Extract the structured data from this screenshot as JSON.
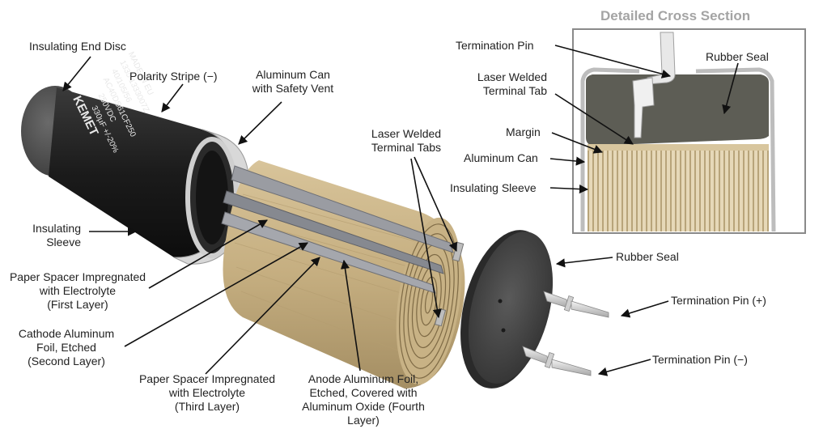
{
  "cross_section": {
    "title": "Detailed Cross Section",
    "labels": {
      "termination_pin": "Termination Pin",
      "rubber_seal": "Rubber Seal",
      "laser_welded_tab": [
        "Laser Welded",
        "Terminal Tab"
      ],
      "margin": "Margin",
      "aluminum_can": "Aluminum Can",
      "insulating_sleeve": "Insulating Sleeve"
    }
  },
  "labels": {
    "insulating_end_disc": "Insulating End Disc",
    "polarity_stripe": "Polarity Stripe (−)",
    "aluminum_can_vent": [
      "Aluminum Can",
      "with Safety Vent"
    ],
    "laser_welded_tabs": [
      "Laser Welded",
      "Terminal Tabs"
    ],
    "insulating_sleeve": [
      "Insulating",
      "Sleeve"
    ],
    "paper_spacer_first": [
      "Paper Spacer Impregnated",
      "with Electrolyte",
      "(First Layer)"
    ],
    "cathode_foil": [
      "Cathode Aluminum",
      "Foil, Etched",
      "(Second Layer)"
    ],
    "paper_spacer_third": [
      "Paper Spacer Impregnated",
      "with Electrolyte",
      "(Third Layer)"
    ],
    "anode_foil": [
      "Anode Aluminum Foil,",
      "Etched, Covered with",
      "Aluminum Oxide (Fourth",
      "Layer)"
    ],
    "rubber_seal": "Rubber Seal",
    "termination_pin_pos": "Termination Pin (+)",
    "termination_pin_neg": "Termination Pin (−)"
  },
  "sleeve_print": [
    "KEMET",
    "330µF +/-20%",
    "250VDC",
    "AC40DS61CF250",
    "40/105/56",
    "1335  1333007Z",
    "MADE IN EU"
  ],
  "colors": {
    "sleeve": "#1e1e1e",
    "paper": "#c9b48a",
    "foil": "#8a8d93",
    "seal": "#3c3c3c",
    "arrow": "#111111",
    "title": "#a4a4a4"
  }
}
